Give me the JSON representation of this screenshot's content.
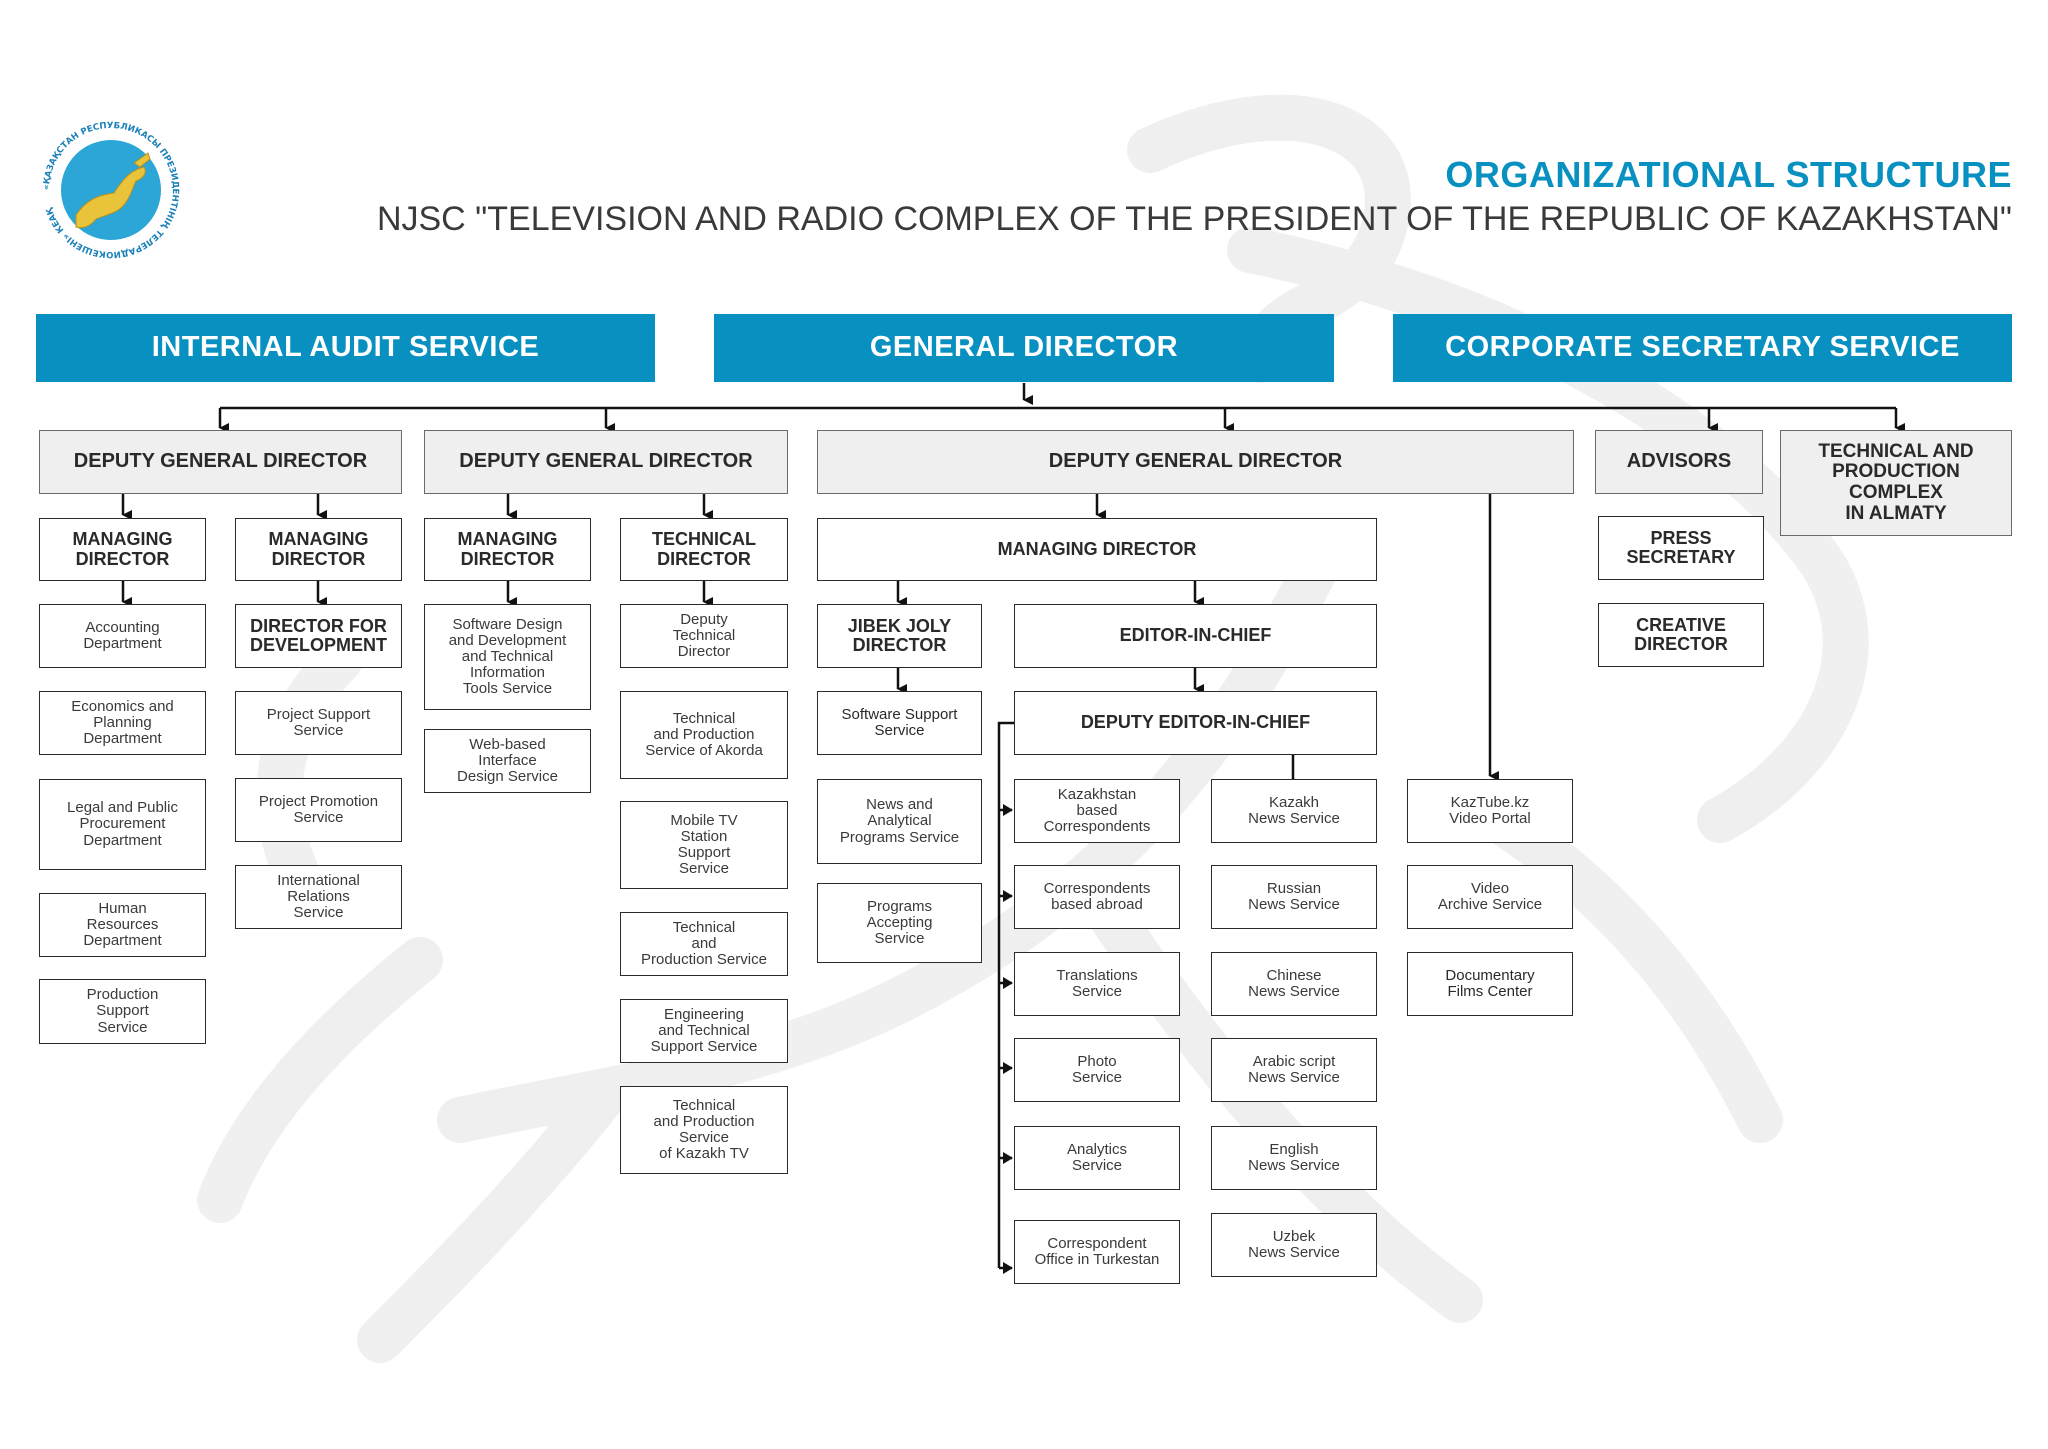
{
  "header": {
    "title": "ORGANIZATIONAL STRUCTURE",
    "subtitle": "NJSC \"TELEVISION AND RADIO COMPLEX OF THE PRESIDENT OF THE REPUBLIC OF KAZAKHSTAN\""
  },
  "logo": {
    "seal_text": "«ҚАЗАҚСТАН РЕСПУБЛИКАСЫ ПРЕЗИДЕНТІНІҢ ТЕЛЕРАДИОКЕШЕНІ» КЕАҚ",
    "icon": "snow-leopard-emblem"
  },
  "colors": {
    "accent": "#0790c0",
    "text": "#333333",
    "box_fill": "#efefef"
  },
  "top": {
    "internal_audit": "INTERNAL AUDIT SERVICE",
    "general_director": "GENERAL DIRECTOR",
    "corporate_secretary": "CORPORATE SECRETARY SERVICE"
  },
  "dgd1": {
    "title": "DEPUTY GENERAL DIRECTOR",
    "md_a": "MANAGING\nDIRECTOR",
    "md_a_units": [
      "Accounting\nDepartment",
      "Economics and\nPlanning\nDepartment",
      "Legal and Public\nProcurement\nDepartment",
      "Human\nResources\nDepartment",
      "Production\nSupport\nService"
    ],
    "md_b": "MANAGING\nDIRECTOR",
    "dev_director": "DIRECTOR FOR\nDEVELOPMENT",
    "md_b_units": [
      "Project Support\nService",
      "Project Promotion\nService",
      "International\nRelations\nService"
    ]
  },
  "dgd2": {
    "title": "DEPUTY GENERAL DIRECTOR",
    "md": "MANAGING\nDIRECTOR",
    "md_units": [
      "Software Design\nand Development\nand Technical\nInformation\nTools Service",
      "Web-based\nInterface\nDesign Service"
    ],
    "tech_director": "TECHNICAL\nDIRECTOR",
    "tech_units": [
      "Deputy\nTechnical\nDirector",
      "Technical\nand Production\nService of Akorda",
      "Mobile TV\nStation\nSupport\nService",
      "Technical\nand\nProduction Service",
      "Engineering\nand Technical\nSupport Service",
      "Technical\nand Production\nService\nof Kazakh TV"
    ]
  },
  "dgd3": {
    "title": "DEPUTY GENERAL DIRECTOR",
    "md": "MANAGING DIRECTOR",
    "jibek": "JIBEK JOLY\nDIRECTOR",
    "jibek_units": [
      "Software Support\nService",
      "News and\nAnalytical\nPrograms Service",
      "Programs\nAccepting\nService"
    ],
    "editor": "EDITOR-IN-CHIEF",
    "deputy_editor": "DEPUTY EDITOR-IN-CHIEF",
    "left_units": [
      "Kazakhstan\nbased\nCorrespondents",
      "Correspondents\nbased abroad",
      "Translations\nService",
      "Photo\nService",
      "Analytics\nService",
      "Correspondent\nOffice in Turkestan"
    ],
    "news_units": [
      "Kazakh\nNews Service",
      "Russian\nNews Service",
      "Chinese\nNews Service",
      "Arabic script\nNews Service",
      "English\nNews Service",
      "Uzbek\nNews Service"
    ],
    "direct_units": [
      "KazTube.kz\nVideo Portal",
      "Video\nArchive Service",
      "Documentary\nFilms Center"
    ]
  },
  "advisors": {
    "title": "ADVISORS",
    "units": [
      "PRESS\nSECRETARY",
      "CREATIVE\nDIRECTOR"
    ]
  },
  "almaty": "TECHNICAL AND\nPRODUCTION\nCOMPLEX\nIN ALMATY"
}
